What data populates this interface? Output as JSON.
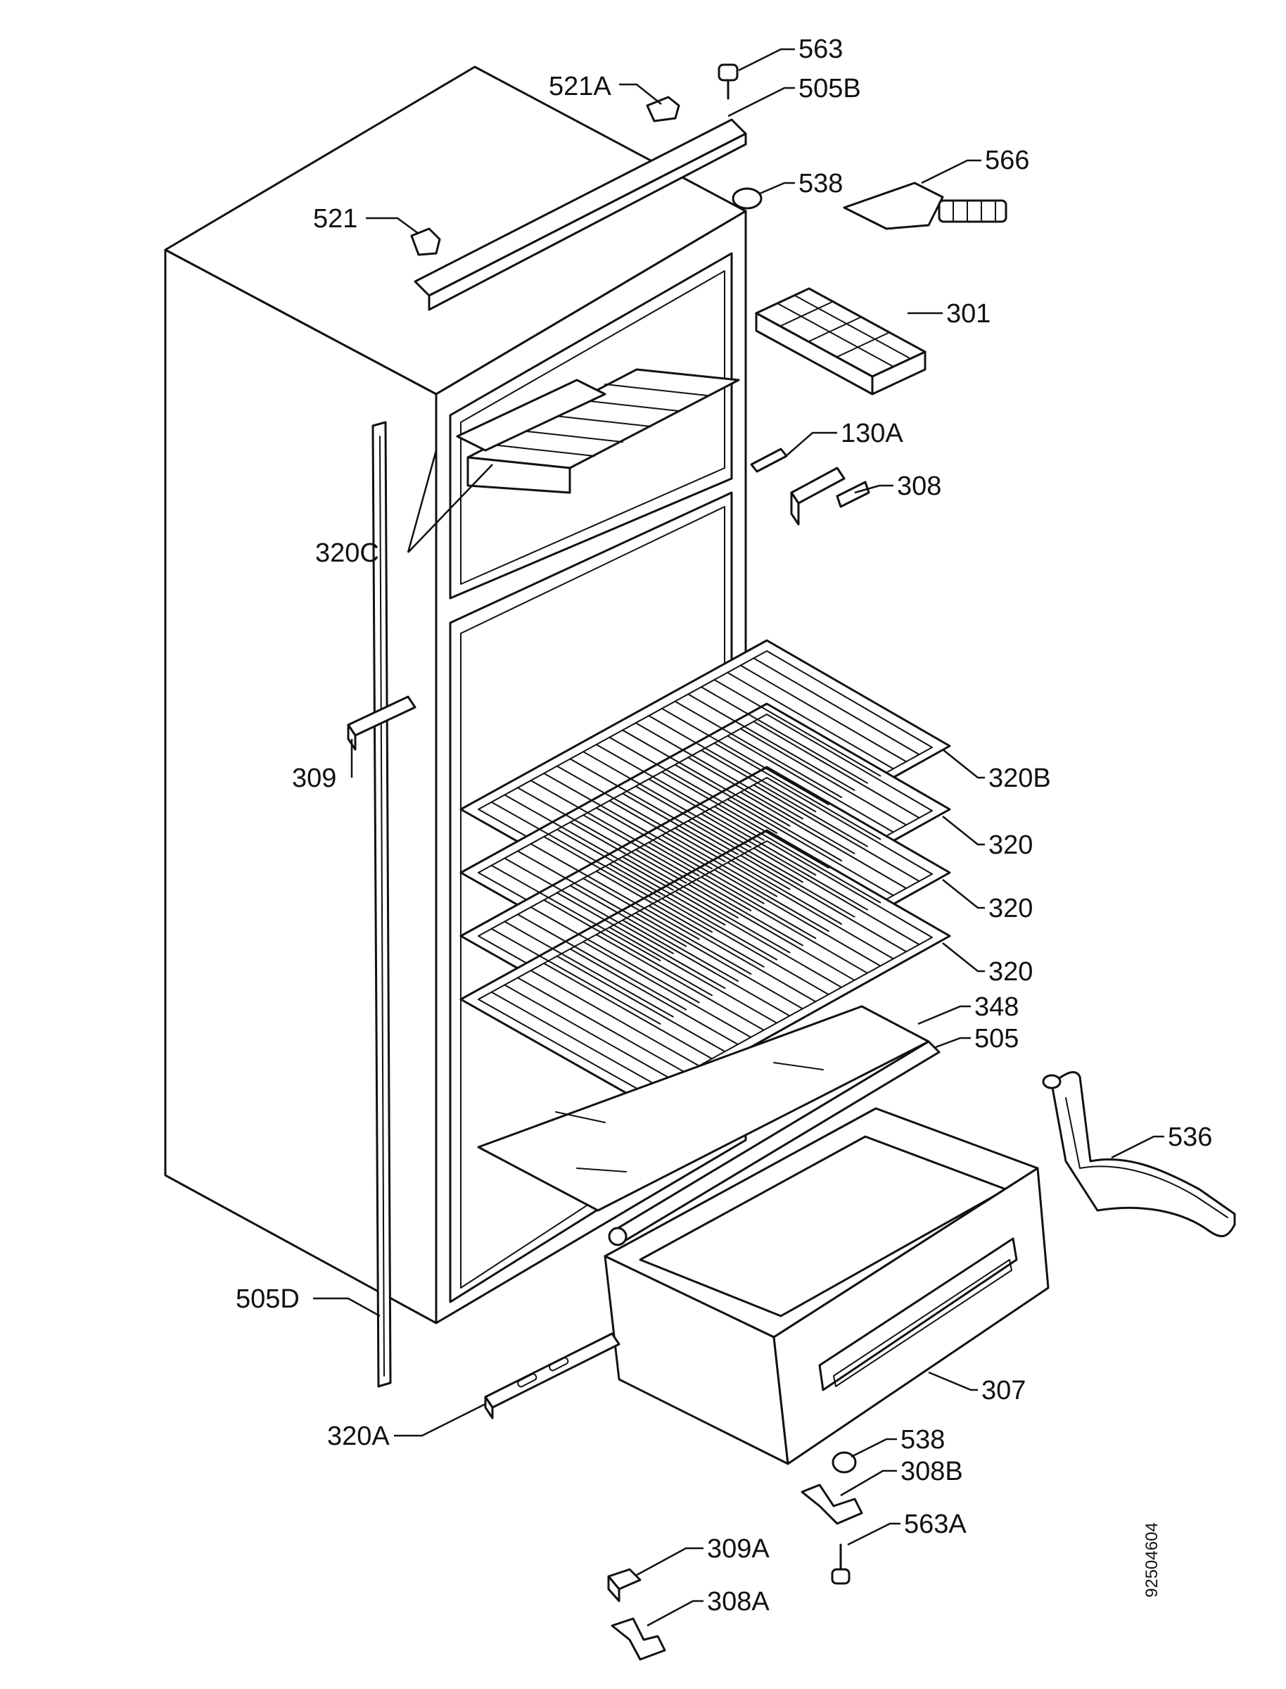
{
  "labels": {
    "l563": "563",
    "l521A": "521A",
    "l505B": "505B",
    "l538_top": "538",
    "l566": "566",
    "l521": "521",
    "l301": "301",
    "l130A": "130A",
    "l308": "308",
    "l320C": "320C",
    "l309": "309",
    "l320B": "320B",
    "l320_1": "320",
    "l320_2": "320",
    "l320_3": "320",
    "l348": "348",
    "l505": "505",
    "l536": "536",
    "l505D": "505D",
    "l307": "307",
    "l320A": "320A",
    "l538_bottom": "538",
    "l308B": "308B",
    "l563A": "563A",
    "l309A": "309A",
    "l308A": "308A"
  },
  "drawing_ref": "92504604"
}
